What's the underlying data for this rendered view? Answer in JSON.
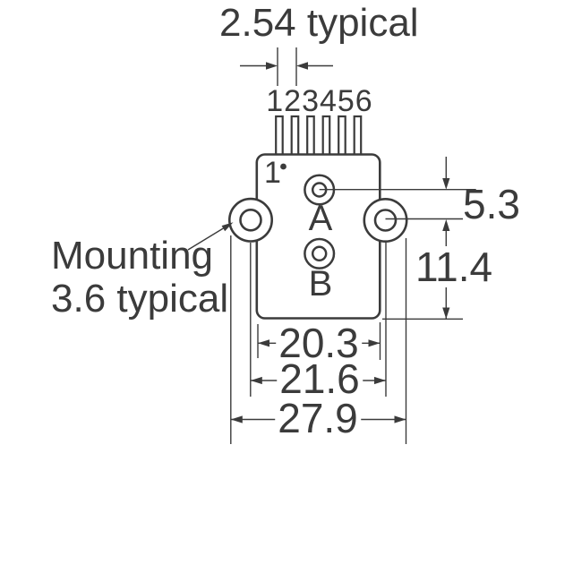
{
  "diagram": {
    "title_dimension": "2.54 typical",
    "pin_numbers": "123456",
    "pin1_marker": "1",
    "ports": {
      "a_label": "A",
      "b_label": "B"
    },
    "mounting_note": {
      "line1": "Mounting",
      "line2": "3.6 typical"
    },
    "dimensions": {
      "pin_pitch": "2.54 typical",
      "port_a_to_hole_center": "5.3",
      "hole_center_to_body_bottom": "11.4",
      "body_width": "20.3",
      "mounting_hole_spacing": "21.6",
      "overall_width": "27.9",
      "mounting_hole_diameter": "3.6 typical"
    },
    "colors": {
      "line": "#3b3b3b",
      "background": "#ffffff"
    }
  }
}
